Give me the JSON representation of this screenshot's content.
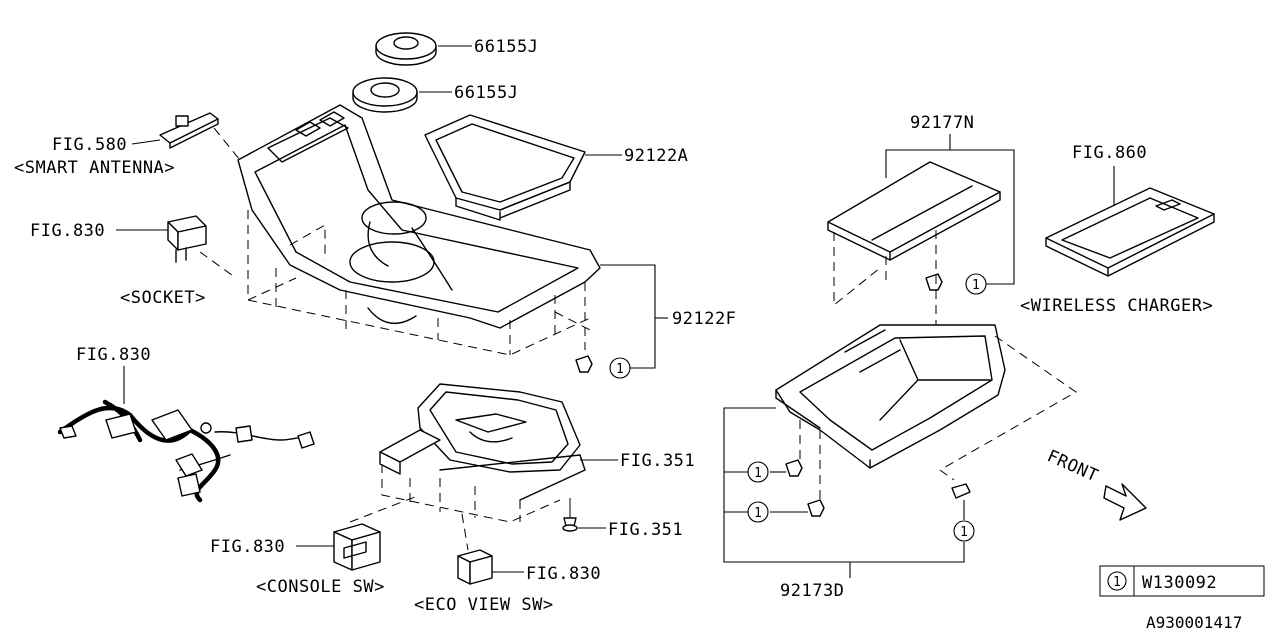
{
  "parts": {
    "cup_holder_upper": "66155J",
    "cup_holder_lower": "66155J",
    "tray_upper": "92122A",
    "console_panel": "92122F",
    "charger_cover": "92177N",
    "console_lower": "92173D",
    "shifter_ref": "FIG.351",
    "screw_ref": "FIG.351"
  },
  "refs": {
    "smart_antenna_fig": "FIG.580",
    "smart_antenna_name": "<SMART ANTENNA>",
    "socket_fig": "FIG.830",
    "socket_name": "<SOCKET>",
    "harness_fig": "FIG.830",
    "console_sw_fig": "FIG.830",
    "console_sw_name": "<CONSOLE SW>",
    "eco_view_fig": "FIG.830",
    "eco_view_name": "<ECO VIEW SW>",
    "wireless_fig": "FIG.860",
    "wireless_name": "<WIRELESS CHARGER>"
  },
  "callout_marker": "1",
  "front_label": "FRONT",
  "legend": {
    "marker": "1",
    "code": "W130092"
  },
  "diagram_id": "A930001417"
}
